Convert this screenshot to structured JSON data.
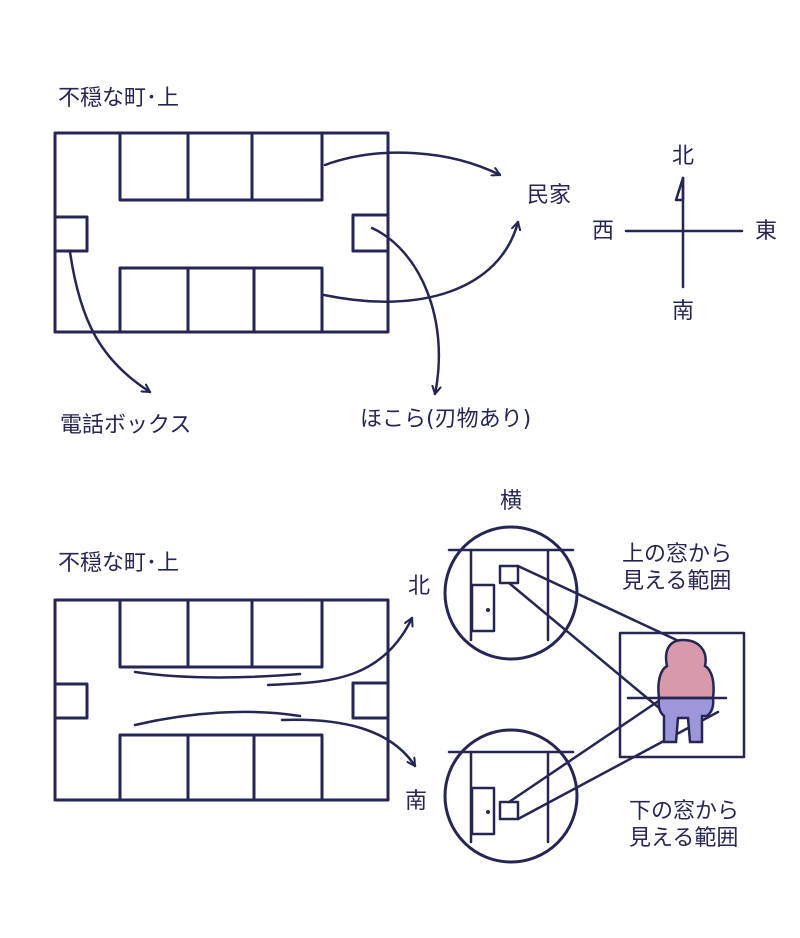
{
  "colors": {
    "ink": "#262654",
    "person_top": "#d89aaa",
    "person_bottom": "#9b97d8",
    "background": "#ffffff"
  },
  "map_top": {
    "title": "不穏な町･上",
    "labels": {
      "house": "民家",
      "phone_booth": "電話ボックス",
      "shrine": "ほこら(刃物あり)"
    }
  },
  "compass": {
    "north": "北",
    "south": "南",
    "west": "西",
    "east": "東"
  },
  "map_bottom": {
    "title": "不穏な町･上",
    "side_label": "横",
    "north": "北",
    "south": "南",
    "upper_view": [
      "上の窓から",
      "見える範囲"
    ],
    "lower_view": [
      "下の窓から",
      "見える範囲"
    ]
  }
}
